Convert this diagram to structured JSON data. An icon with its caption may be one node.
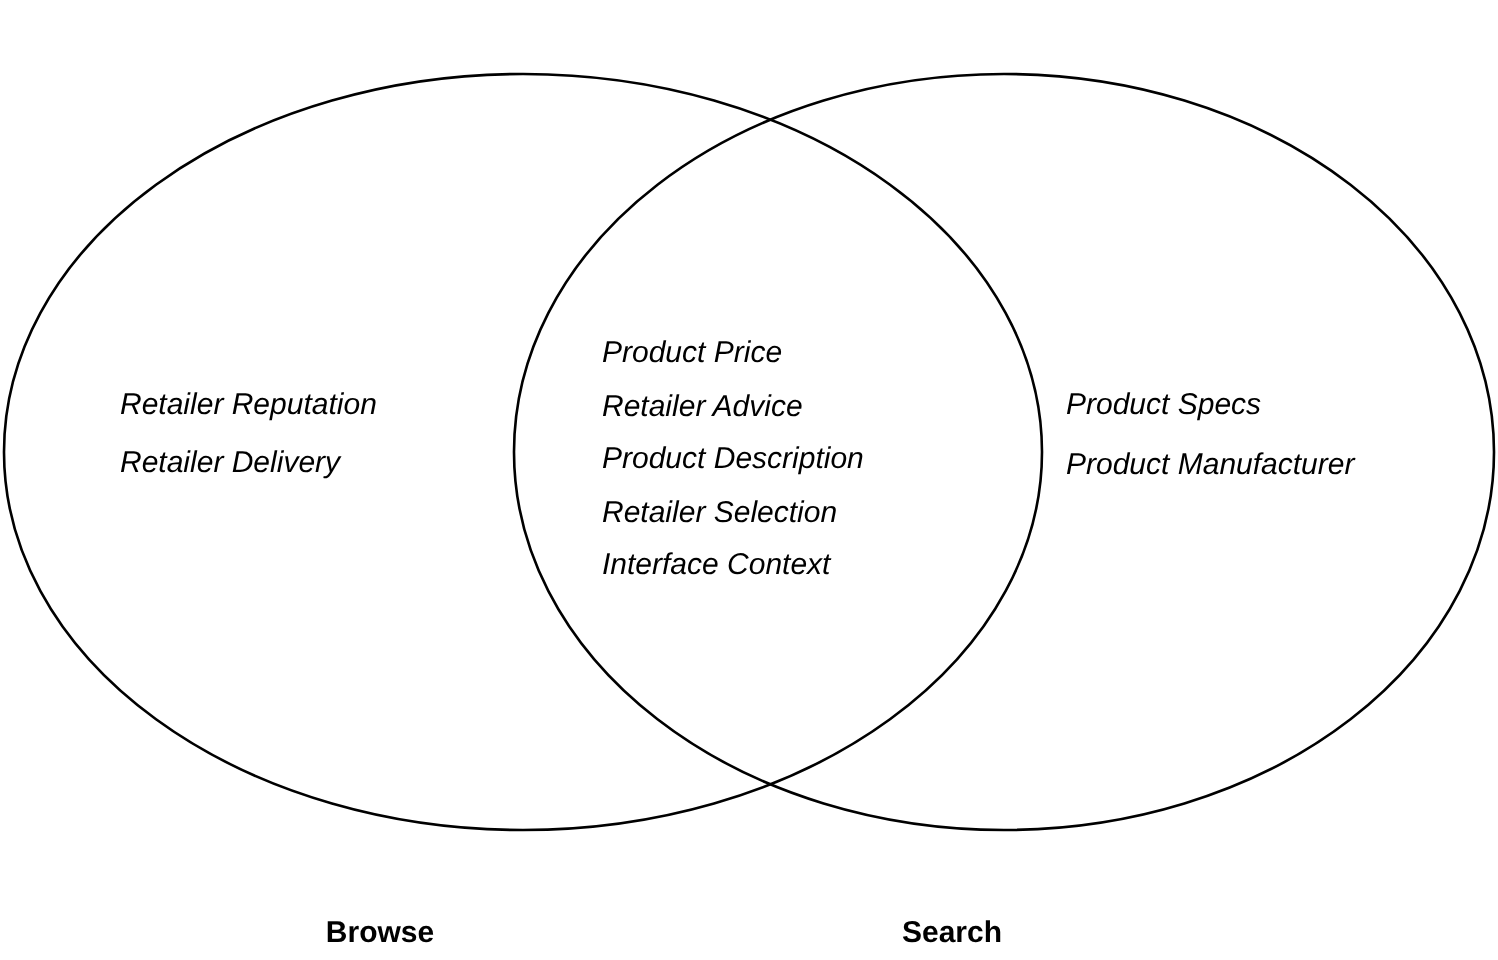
{
  "diagram": {
    "nodes": [
      {
        "text": [
          "Retailer Reputation",
          "Retailer Delivery",
          "Browse"
        ]
      },
      {
        "text": [
          "Product Specs",
          "Product Manufacturer",
          "Search"
        ]
      }
    ],
    "labels": [
      "Product Price",
      "Retailer Advice",
      "Product Description",
      "Retailer Selection",
      "Interface Context"
    ]
  }
}
